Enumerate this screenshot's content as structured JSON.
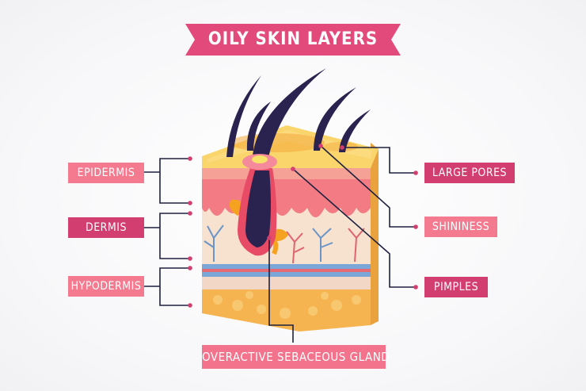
{
  "title": "OILY SKIN LAYERS",
  "labels_left": {
    "epidermis": "EPIDERMIS",
    "dermis": "DERMIS",
    "hypodermis": "HYPODERMIS"
  },
  "labels_right": {
    "large_pores": "LARGE PORES",
    "shininess": "SHININESS",
    "pimples": "PIMPLES"
  },
  "labels_bottom": {
    "gland": "OVERACTIVE SEBACEOUS GLAND"
  },
  "colors": {
    "title_banner": "#e34a7c",
    "label_light": "#f47a8f",
    "label_dark": "#d23e6f",
    "connector": "#1f2140",
    "hair": "#2a2350",
    "epidermis_top": "#f8c85a",
    "dermis": "#f7c7b4",
    "hypodermis": "#f6b451"
  }
}
